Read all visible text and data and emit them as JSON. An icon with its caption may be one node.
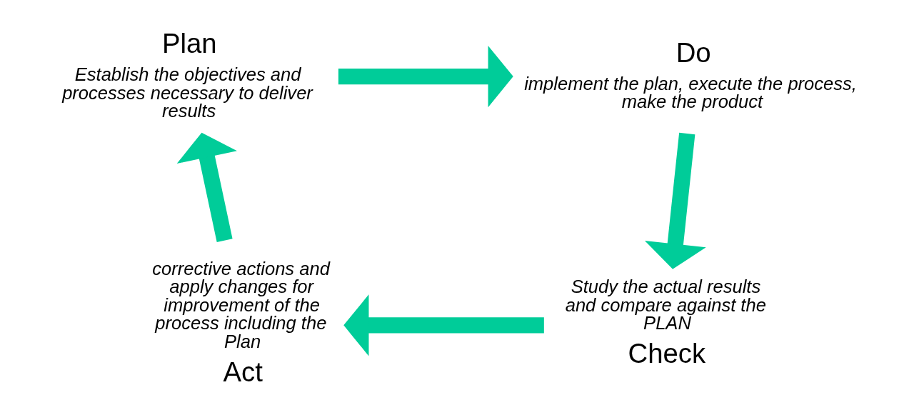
{
  "diagram": {
    "nodes": [
      {
        "text": [
          "Plan",
          "Establish the objectives and processes necessary to deliver results"
        ]
      },
      {
        "text": [
          "Do",
          "implement the plan, execute the process, make the product"
        ]
      },
      {
        "text": [
          "Study the actual results and compare against the PLAN",
          "Check"
        ]
      },
      {
        "text": [
          "corrective actions and apply changes for improvement of the process including the Plan",
          "Act"
        ]
      }
    ],
    "edges": [
      {
        "from": 0,
        "to": 1,
        "arrow": "to"
      },
      {
        "from": 1,
        "to": 2,
        "arrow": "to"
      },
      {
        "from": 2,
        "to": 3,
        "arrow": "to"
      },
      {
        "from": 3,
        "to": 0,
        "arrow": "to"
      }
    ]
  }
}
